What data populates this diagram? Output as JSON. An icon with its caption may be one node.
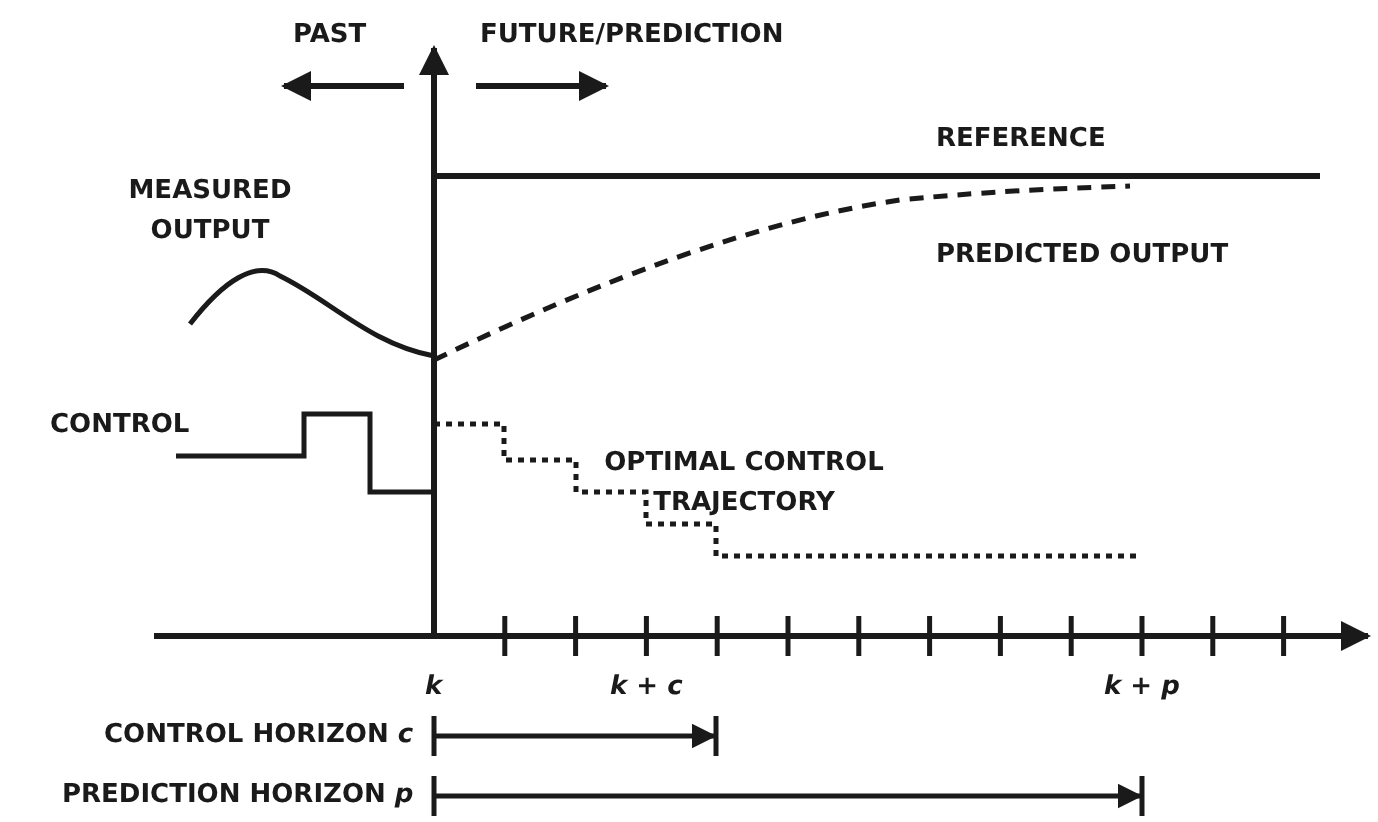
{
  "diagram": {
    "labels": [
      "PAST",
      "FUTURE/PREDICTION",
      "REFERENCE",
      "MEASURED OUTPUT",
      "PREDICTED OUTPUT",
      "CONTROL",
      "OPTIMAL CONTROL TRAJECTORY",
      "*k*",
      "*k* + *c*",
      "*k* + *p*",
      "CONTROL HORIZON *c*",
      "PREDICTION HORIZON *p*"
    ]
  }
}
